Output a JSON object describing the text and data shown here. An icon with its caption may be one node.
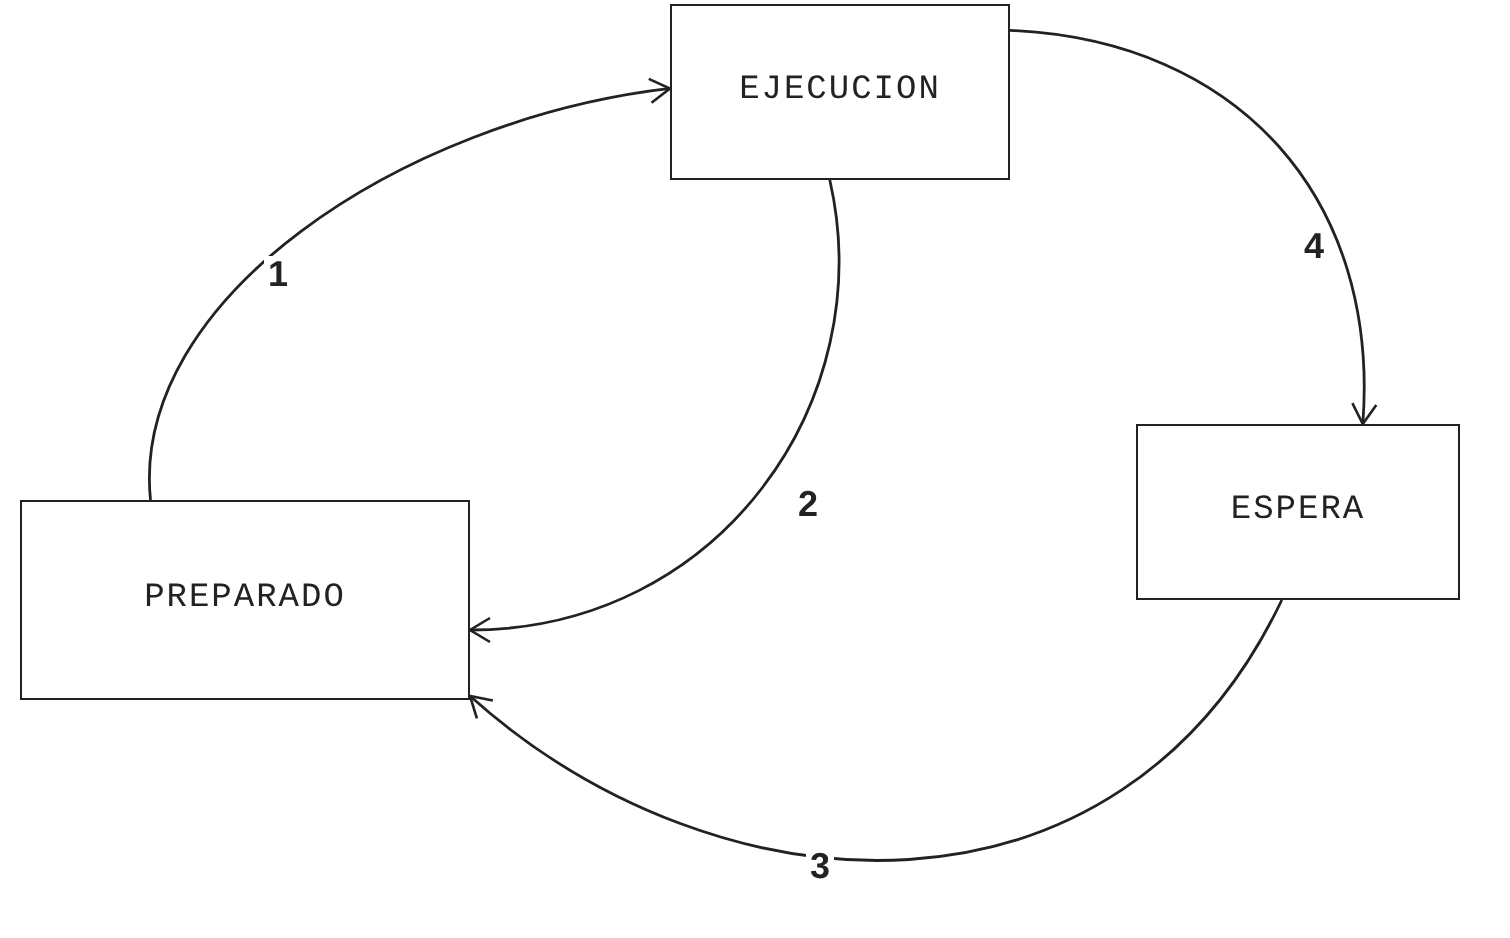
{
  "diagram": {
    "nodes": [
      {
        "text": [
          "EJECUCION"
        ]
      },
      {
        "text": [
          "ESPERA"
        ]
      },
      {
        "text": [
          "PREPARADO"
        ]
      }
    ],
    "edges": [
      {
        "from": 2,
        "to": 0,
        "arrow": "to",
        "label": "1"
      },
      {
        "from": 0,
        "to": 2,
        "arrow": "to",
        "label": "2"
      },
      {
        "from": 1,
        "to": 2,
        "arrow": "to",
        "label": "3"
      },
      {
        "from": 0,
        "to": 1,
        "arrow": "to",
        "label": "4"
      }
    ]
  }
}
